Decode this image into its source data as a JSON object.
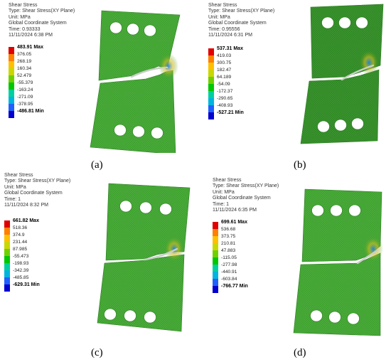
{
  "panels": [
    {
      "caption": "(a)",
      "info": {
        "title": "Shear Stress",
        "type": "Type: Shear Stress(XY Plane)",
        "unit": "Unit: MPa",
        "system": "Global Coordinate System",
        "time": "Time: 0.93333",
        "date": "11/11/2024 6:38 PM"
      },
      "legend": {
        "max": "483.91 Max",
        "values": [
          "376.05",
          "268.19",
          "160.34",
          "52.479",
          "-55.379",
          "-163.24",
          "-271.09",
          "-378.95"
        ],
        "min": "-486.81 Min"
      }
    },
    {
      "caption": "(b)",
      "info": {
        "title": "Shear Stress",
        "type": "Type: Shear Stress(XY Plane)",
        "unit": "Unit: MPa",
        "system": "Global Coordinate System",
        "time": "Time: 0.95556",
        "date": "11/11/2024 6:31 PM"
      },
      "legend": {
        "max": "537.31 Max",
        "values": [
          "419.03",
          "300.75",
          "182.47",
          "64.189",
          "-54.09",
          "-172.37",
          "-290.65",
          "-408.93"
        ],
        "min": "-527.21 Min"
      }
    },
    {
      "caption": "(c)",
      "info": {
        "title": "Shear Stress",
        "type": "Type: Shear Stress(XY Plane)",
        "unit": "Unit: MPa",
        "system": "Global Coordinate System",
        "time": "Time: 1",
        "date": "11/11/2024 8:32 PM"
      },
      "legend": {
        "max": "661.82 Max",
        "values": [
          "518.36",
          "374.9",
          "231.44",
          "87.985",
          "-55.473",
          "-198.93",
          "-342.39",
          "-485.85"
        ],
        "min": "-629.31 Min"
      }
    },
    {
      "caption": "(d)",
      "info": {
        "title": "Shear Stress",
        "type": "Type: Shear Stress(XY Plane)",
        "unit": "Unit: MPa",
        "system": "Global Coordinate System",
        "time": "Time: 1",
        "date": "11/11/2024 6:35 PM"
      },
      "legend": {
        "max": "699.61 Max",
        "values": [
          "536.68",
          "373.75",
          "210.81",
          "47.883",
          "-115.05",
          "-277.98",
          "-440.91",
          "-603.84"
        ],
        "min": "-766.77 Min"
      }
    }
  ],
  "legend_colors": [
    "#e00000",
    "#ff7f00",
    "#ffc000",
    "#c8d800",
    "#6fd000",
    "#00c800",
    "#00d0a0",
    "#00b4e0",
    "#2060ff",
    "#0000d0"
  ],
  "specimen_colors": {
    "plate": "#3fa32f",
    "plate_dark": "#2f8a23",
    "hole": "#ffffff",
    "crack": "#c8d0c8",
    "hot": "#d8c020",
    "cold": "#2080e0"
  }
}
